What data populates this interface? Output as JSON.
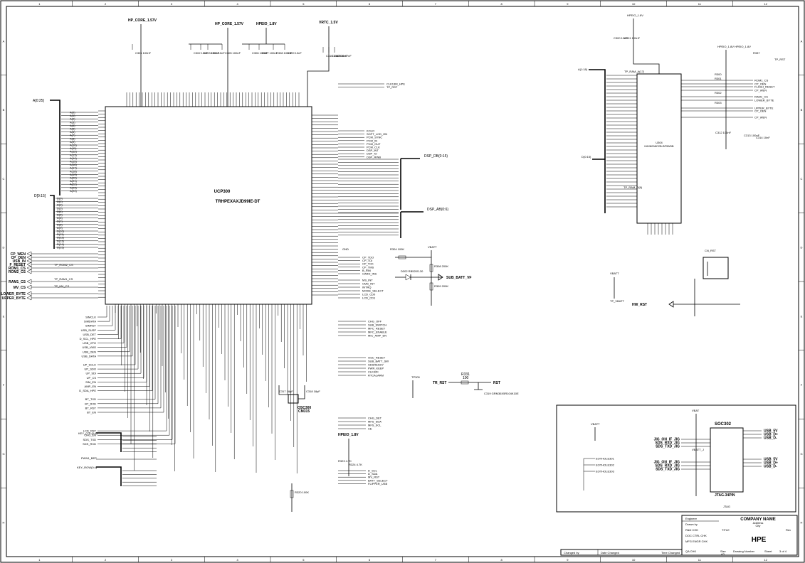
{
  "frame": {
    "columns": [
      "1",
      "2",
      "3",
      "4",
      "5",
      "6",
      "7",
      "8",
      "9",
      "10",
      "11",
      "12"
    ],
    "rows": [
      "A",
      "B",
      "C",
      "D",
      "E",
      "F",
      "G",
      "H"
    ]
  },
  "ucp": {
    "ref": "UCP300",
    "part": "TRHPEXAXJD99IE-DT",
    "addr_bus": "A[0:25]",
    "data_bus": "D[0:15]",
    "addr_pins": [
      "A(0)",
      "A(1)",
      "A(2)",
      "A(3)",
      "A(4)",
      "A(5)",
      "A(6)",
      "A(7)",
      "A(8)",
      "A(9)",
      "A(10)",
      "A(11)",
      "A(12)",
      "A(13)",
      "A(14)",
      "A(15)",
      "A(16)",
      "A(17)",
      "A(18)",
      "A(19)",
      "A(20)",
      "A(21)",
      "A(22)",
      "A(23)",
      "A(24)"
    ],
    "data_pins": [
      "D(0)",
      "D(1)",
      "D(2)",
      "D(3)",
      "D(4)",
      "D(5)",
      "D(6)",
      "D(7)",
      "D(8)",
      "D(9)",
      "D(10)",
      "D(11)",
      "D(12)",
      "D(13)",
      "D(14)",
      "D(15)"
    ],
    "left_signals": [
      "CP_WEN",
      "CP_OEN",
      "USB_IN",
      "F_RESET",
      "ROM1_CS",
      "ROM2_CS",
      "RAM1_CS",
      "MV_CS",
      "LOWER_BYTE",
      "UPPER_BYTE"
    ],
    "left_lower": [
      "SIMCLK",
      "SIMDATA",
      "SIMRST",
      "USB_SUSP",
      "USB_DET",
      "D_SCL_HPE",
      "USB_VPO",
      "USB_VMO",
      "USB_OEN",
      "USB_DATA",
      "UP_SCLK",
      "UP_SDO",
      "UP_SDI",
      "UP_CS",
      "SIM_EN",
      "AMP_EN",
      "D_SDA_HPE",
      "BT_TXD",
      "BT_RXD",
      "BT_RST",
      "BT_EN",
      "LCD_RST",
      "CHG_EN",
      "SDS_TXD",
      "SDS_RXD"
    ],
    "tp_labels": [
      "TP_ROM2_CS",
      "TP_RAM1_CS",
      "TP_MV_CS"
    ],
    "right_top": [
      "CLK13M_HPE",
      "TP_RST"
    ],
    "right_mid": [
      "KOLO",
      "SOFT_LCD_ON",
      "PCM_SYNC",
      "PCM_IN",
      "PCM_OUT",
      "PCM_CLK",
      "DSP_INT",
      "DSP_IO",
      "DSP_RINB"
    ],
    "dsp_bus": "DSP_DB(0:15)",
    "dsp_ab": "DSP_AB(0:6)",
    "right_jtag": [
      "CP_TDO",
      "CP_TDI",
      "CP_TCK",
      "CP_TMS",
      "B_RIN",
      "CARD_INS"
    ],
    "right_adc": [
      "MS_INT",
      "CMS_INT",
      "INTRQ",
      "MODE_SELECT",
      "LCD_CD0",
      "LCD_CD1"
    ],
    "right_chg": [
      "CHG_OFF",
      "SUB_SWITCH",
      "MFC_RESET",
      "MFC_ENABLE",
      "MIC_AMP_EN"
    ],
    "right_osc": [
      "OSC_RESET",
      "SUB_BATT_SW",
      "SDSREADY",
      "PWR_KEEP",
      "CLK32K",
      "RTCALARM"
    ],
    "right_lcd": [
      "CHG_DET",
      "MFS_SDA",
      "MFS_SCL",
      "CE"
    ],
    "right_i2c": [
      "D_SCL",
      "D_SDA",
      "MV_RST",
      "BATT_SELECT",
      "FLIPPER_USB"
    ]
  },
  "power": {
    "rails": [
      "HP_CORE_1.57V",
      "HP_CORE_1.57V",
      "HPEIO_1.8V",
      "VRTC_1.5V",
      "HPEIO_1.8V",
      "VBATT"
    ],
    "caps": [
      "C301 100nF",
      "C302 10nF",
      "C303 100nF",
      "C304 10nF",
      "C305 100nF",
      "C306 100nF",
      "C307 100nF",
      "C308 100nF",
      "C309 10nF",
      "C310 10nF",
      "C311 100nF",
      "C316 47nF"
    ],
    "gnd": "GND"
  },
  "battery": {
    "label": "SUB_BATT_VF",
    "diode": "D302 RB520S-30",
    "resistors": [
      "R304 100K",
      "R308 200K",
      "R309 200K"
    ]
  },
  "osc": {
    "ref": "OSC300",
    "part": "CM315",
    "c1": "C317 18pF",
    "c2": "C318 18pF"
  },
  "reset": {
    "label": "TR_RST",
    "rst": "RST",
    "r": "R331",
    "rv": "100",
    "tp": "TP300",
    "cap": "C319 GRM36X5R104K10E"
  },
  "hwrst": {
    "label": "HW_RST",
    "conn": "CN_RST",
    "vbatt": "VBATT",
    "tp": "TP_VBATT"
  },
  "ram": {
    "ref": "U304",
    "part": "K6X8008C2B-BF55/5B",
    "addr": "A(1:18)",
    "data": "D(0:15)",
    "tp_left": "TP_RAM_A(17)",
    "tp_mid": "TP_RAM_D(6)",
    "rails": [
      "HPEIO_1.8V",
      "HPEIO_1.8V",
      "HPEIO_1.8V"
    ],
    "right_signals": [
      "ROM1_CS",
      "CP_OEN",
      "FLASH_RESET",
      "CP_WEN",
      "RAM1_CS",
      "LOWER_BYTE",
      "UPPER_BYTE",
      "CP_OEN",
      "CP_WEN"
    ],
    "tp_rst": "TP_RST",
    "caps": [
      "C300 10nF",
      "C301 100nF",
      "C312 100nF",
      "C313 100nF",
      "C314 10nF"
    ],
    "resistors": [
      "R300",
      "R301",
      "R302",
      "R303",
      "R337"
    ]
  },
  "soc": {
    "ref": "SOC302",
    "title": "JTAG-34PIN",
    "caption": "JTAG",
    "vbatt": "VBAT",
    "vbatt_j": "VBATT_J",
    "left": [
      "JIG_ON_IF_JIG",
      "SDS_RXD_JIG",
      "SDS_TXD_JIG",
      "JIG_ON_IF_JIG",
      "SDS_RXD_JIG",
      "SDS_TXD_JIG"
    ],
    "right": [
      "USB_5V",
      "USB_D+",
      "USB_D-",
      "USB_5V",
      "USB_D+",
      "USB_D-"
    ],
    "vbatt_small": "VBATT",
    "holes": [
      "EOTHOLE301",
      "EOTHOLE302",
      "EOTHOLE303"
    ]
  },
  "misc": {
    "key_cols": "KEY_COL(0:4)",
    "key_rows": "KEY_ROW(0:4)",
    "pwr_key": "PWN1_BEP",
    "hpeio": "HPEIO_1.8V",
    "rpull": [
      "R323 4.7K",
      "R324 4.7K"
    ],
    "r_bottom": "R320 100K"
  },
  "title_block": {
    "engineer": "Engineer",
    "drawn": "Drawn by",
    "r_d_chk": "R&D CHK",
    "doc_ctrl": "DOC CTRL CHK",
    "mfg": "MFG ENGR CHK",
    "qa": "QA CHK",
    "company": "COMPANY NAME",
    "address": "Address",
    "city": "City",
    "title_label": "TITLE",
    "title": "HPE",
    "rev": "Rev",
    "size": "Size",
    "size_val": "A3",
    "drawing_number": "Drawing Number",
    "sheet": "Sheet",
    "sheet_val": "3 of 4",
    "changed_by": "Changed by",
    "date_changed": "Date Changed",
    "time_changed": "Time Changed"
  }
}
